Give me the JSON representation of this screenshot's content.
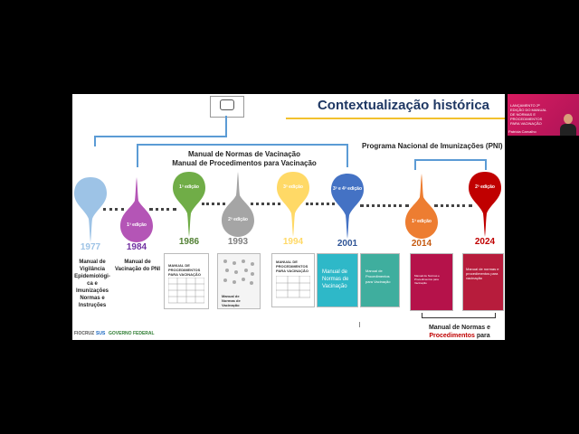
{
  "slide": {
    "title": "Contextualização histórica",
    "top_label_line1": "Manual de Normas de Vacinação",
    "top_label_line2": "Manual de Procedimentos para Vacinação",
    "pni_label": "Programa Nacional de Imunizações (PNI)",
    "timeline": [
      {
        "year": "1977",
        "badge": "",
        "color": "#9dc3e6",
        "year_color": "#9dc3e6"
      },
      {
        "year": "1984",
        "badge": "1ª edição",
        "color": "#b455b6",
        "year_color": "#7030a0"
      },
      {
        "year": "1986",
        "badge": "1ª edição",
        "color": "#70ad47",
        "year_color": "#538135"
      },
      {
        "year": "1993",
        "badge": "2ª edição",
        "color": "#a5a5a5",
        "year_color": "#7f7f7f"
      },
      {
        "year": "1994",
        "badge": "3ª edição",
        "color": "#ffd966",
        "year_color": "#ffd966"
      },
      {
        "year": "2001",
        "badge": "3ª e 4ª edição",
        "color": "#4472c4",
        "year_color": "#2f5597"
      },
      {
        "year": "2014",
        "badge": "1ª edição",
        "color": "#ed7d31",
        "year_color": "#c55a11"
      },
      {
        "year": "2024",
        "badge": "2ª edição",
        "color": "#c00000",
        "year_color": "#c00000"
      }
    ],
    "captions": {
      "c1977": [
        "Manual de",
        "Vigilância",
        "Epidemiológi-",
        "ca e",
        "Imunizações",
        "Normas e",
        "Instruções"
      ],
      "c1984": [
        "Manual de",
        "Vacinação do PNI"
      ]
    },
    "books": {
      "b1986": "MANUAL DE PROCEDIMENTOS PARA VACINAÇÃO",
      "b1993": "Manual de Normas de Vacinação",
      "b1994": "MANUAL DE PROCEDIMENTOS PARA VACINAÇÃO",
      "b2001a": "Manual de Normas de Vacinação",
      "b2001b": "Manual de Procedimentos para Vacinação",
      "b2014": "Manual de Normas e Procedimentos para Vacinação",
      "b2024": "Manual de normas e procedimentos para vacinação"
    },
    "bottom_caption_1": "Manual de Normas e",
    "bottom_caption_2a": "Procedimentos",
    "bottom_caption_2b": " para  Vacinação",
    "footer_logos": [
      "FIOCRUZ",
      "SUS",
      "GOVERNO FEDERAL"
    ]
  },
  "video": {
    "banner_text": "LANÇAMENTO 2ª EDIÇÃO DO MANUAL DE NORMAS E PROCEDIMENTOS PARA VACINAÇÃO",
    "person_name": "Patrícia Carvalho"
  },
  "colors": {
    "title": "#1f3864",
    "line_blue": "#5b9bd5",
    "accent_yellow": "#f2c12e",
    "video_bg": "#c5197d"
  }
}
